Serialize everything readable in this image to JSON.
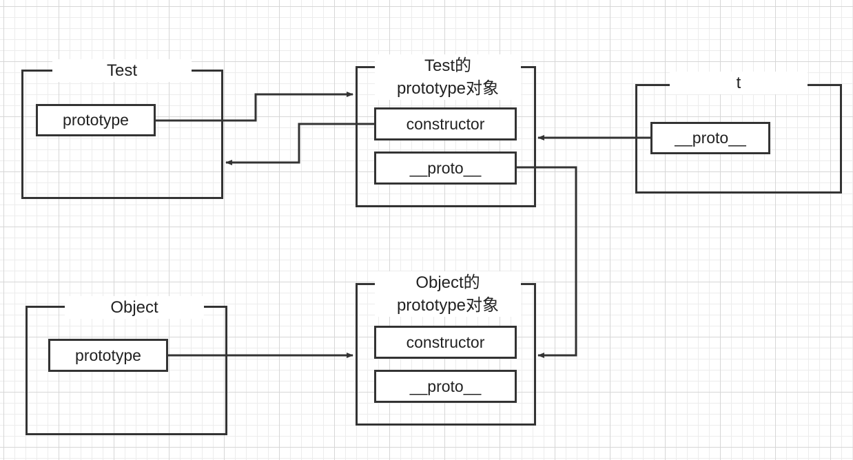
{
  "diagram": {
    "nodes": {
      "test_fn": {
        "title": "Test",
        "fields": [
          "prototype"
        ]
      },
      "test_proto": {
        "title_line1": "Test的",
        "title_line2": "prototype对象",
        "fields": [
          "constructor",
          "__proto__"
        ]
      },
      "t_instance": {
        "title": "t",
        "fields": [
          "__proto__"
        ]
      },
      "object_fn": {
        "title": "Object",
        "fields": [
          "prototype"
        ]
      },
      "object_proto": {
        "title_line1": "Object的",
        "title_line2": "prototype对象",
        "fields": [
          "constructor",
          "__proto__"
        ]
      }
    },
    "edges": [
      {
        "from": "Test.prototype",
        "to": "Test的prototype对象"
      },
      {
        "from": "Test的prototype对象.constructor",
        "to": "Test"
      },
      {
        "from": "t.__proto__",
        "to": "Test的prototype对象"
      },
      {
        "from": "Test的prototype对象.__proto__",
        "to": "Object的prototype对象"
      },
      {
        "from": "Object.prototype",
        "to": "Object的prototype对象"
      }
    ],
    "colors": {
      "stroke": "#333333",
      "grid_major": "#d6d6d6",
      "grid_minor": "#ececec",
      "background": "#ffffff"
    }
  }
}
